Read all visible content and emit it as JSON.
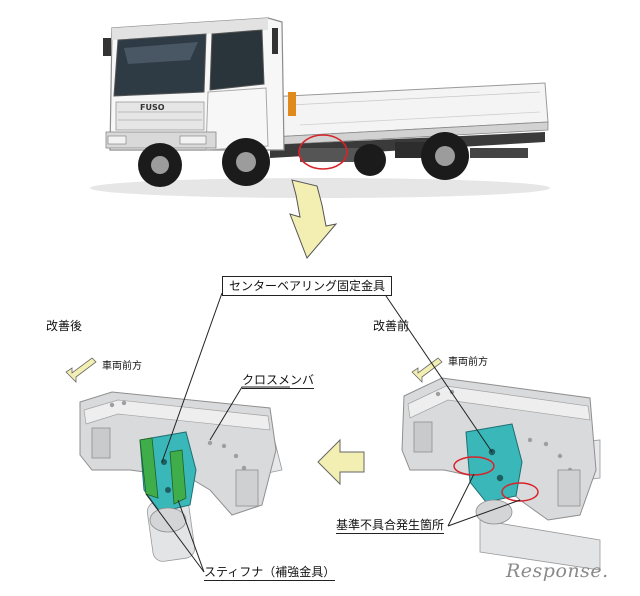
{
  "labels": {
    "center_bearing_bracket": "センターベアリング固定金具",
    "after": "改善後",
    "before": "改善前",
    "vehicle_front_left": "車両前方",
    "vehicle_front_right": "車両前方",
    "crossmember": "クロスメンバ",
    "defect_location": "基準不具合発生箇所",
    "stiffener": "スティフナ（補強金具）"
  },
  "truck_brand": "FUSO",
  "watermark": "Response.",
  "colors": {
    "bracket": "#39b7b9",
    "bracket_green": "#3fae4a",
    "highlight_circle": "#d8232a",
    "arrow_fill": "#f3eeb2",
    "frame_gray": "#d9dadc"
  }
}
